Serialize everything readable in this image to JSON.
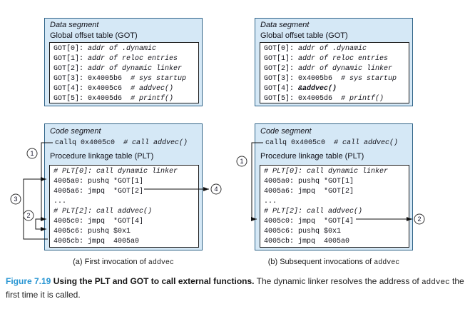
{
  "panel_a": {
    "data_segment": {
      "title": "Data segment",
      "subtitle": "Global offset table (GOT)",
      "rows": [
        [
          {
            "t": "GOT[0]: ",
            "s": "c"
          },
          {
            "t": "addr of .dynamic",
            "s": "ci"
          }
        ],
        [
          {
            "t": "GOT[1]: ",
            "s": "c"
          },
          {
            "t": "addr of reloc entries",
            "s": "ci"
          }
        ],
        [
          {
            "t": "GOT[2]: ",
            "s": "c"
          },
          {
            "t": "addr of dynamic linker",
            "s": "ci"
          }
        ],
        [
          {
            "t": "GOT[3]: 0x4005b6  ",
            "s": "c"
          },
          {
            "t": "# sys startup",
            "s": "ci"
          }
        ],
        [
          {
            "t": "GOT[4]: 0x4005c6  ",
            "s": "c"
          },
          {
            "t": "# addvec()",
            "s": "ci"
          }
        ],
        [
          {
            "t": "GOT[5]: 0x4005d6  ",
            "s": "c"
          },
          {
            "t": "# printf()",
            "s": "ci"
          }
        ]
      ]
    },
    "code_segment": {
      "title": "Code segment",
      "call_rows": [
        [
          {
            "t": "callq 0x4005c0  ",
            "s": "c"
          },
          {
            "t": "# call addvec()",
            "s": "ci"
          }
        ]
      ],
      "subtitle": "Procedure linkage table (PLT)",
      "rows": [
        [
          {
            "t": "# PLT[0]: call dynamic linker",
            "s": "ci"
          }
        ],
        [
          {
            "t": "4005a0: pushq *GOT[1]",
            "s": "c"
          }
        ],
        [
          {
            "t": "4005a6: jmpq  *GOT[2]",
            "s": "c"
          }
        ],
        [
          {
            "t": "...",
            "s": "c"
          }
        ],
        [
          {
            "t": "# PLT[2]: call addvec()",
            "s": "ci"
          }
        ],
        [
          {
            "t": "4005c0: jmpq  *GOT[4]",
            "s": "c"
          }
        ],
        [
          {
            "t": "4005c6: pushq $0x1",
            "s": "c"
          }
        ],
        [
          {
            "t": "4005cb: jmpq  4005a0",
            "s": "c"
          }
        ]
      ]
    },
    "caption_pre": "(a) First invocation of ",
    "caption_code": "addvec",
    "steps": [
      "1",
      "2",
      "3",
      "4"
    ]
  },
  "panel_b": {
    "data_segment": {
      "title": "Data segment",
      "subtitle": "Global offset table (GOT)",
      "rows": [
        [
          {
            "t": "GOT[0]: ",
            "s": "c"
          },
          {
            "t": "addr of .dynamic",
            "s": "ci"
          }
        ],
        [
          {
            "t": "GOT[1]: ",
            "s": "c"
          },
          {
            "t": "addr of reloc entries",
            "s": "ci"
          }
        ],
        [
          {
            "t": "GOT[2]: ",
            "s": "c"
          },
          {
            "t": "addr of dynamic linker",
            "s": "ci"
          }
        ],
        [
          {
            "t": "GOT[3]: 0x4005b6  ",
            "s": "c"
          },
          {
            "t": "# sys startup",
            "s": "ci"
          }
        ],
        [
          {
            "t": "GOT[4]: ",
            "s": "c"
          },
          {
            "t": "&addvec()",
            "s": "cbi"
          }
        ],
        [
          {
            "t": "GOT[5]: 0x4005d6  ",
            "s": "c"
          },
          {
            "t": "# printf()",
            "s": "ci"
          }
        ]
      ]
    },
    "code_segment": {
      "title": "Code segment",
      "call_rows": [
        [
          {
            "t": "callq 0x4005c0  ",
            "s": "c"
          },
          {
            "t": "# call addvec()",
            "s": "ci"
          }
        ]
      ],
      "subtitle": "Procedure linkage table (PLT)",
      "rows": [
        [
          {
            "t": "# PLT[0]: call dynamic linker",
            "s": "ci"
          }
        ],
        [
          {
            "t": "4005a0: pushq *GOT[1]",
            "s": "c"
          }
        ],
        [
          {
            "t": "4005a6: jmpq  *GOT[2]",
            "s": "c"
          }
        ],
        [
          {
            "t": "...",
            "s": "c"
          }
        ],
        [
          {
            "t": "# PLT[2]: call addvec()",
            "s": "ci"
          }
        ],
        [
          {
            "t": "4005c0: jmpq  *GOT[4]",
            "s": "c"
          }
        ],
        [
          {
            "t": "4005c6: pushq $0x1",
            "s": "c"
          }
        ],
        [
          {
            "t": "4005cb: jmpq  4005a0",
            "s": "c"
          }
        ]
      ]
    },
    "caption_pre": "(b) Subsequent invocations of ",
    "caption_code": "addvec",
    "steps": [
      "1",
      "2"
    ]
  },
  "figure_caption": {
    "label": "Figure 7.19",
    "bold": "   Using the PLT and GOT to call external functions.",
    "normal_1": " The dynamic linker resolves the address of ",
    "code": "addvec",
    "normal_2": " the first time it is called."
  },
  "colors": {
    "box_fill": "#d5e8f6",
    "box_border": "#2f6388",
    "figure_label_blue": "#2996d3",
    "line_color": "#111111"
  }
}
